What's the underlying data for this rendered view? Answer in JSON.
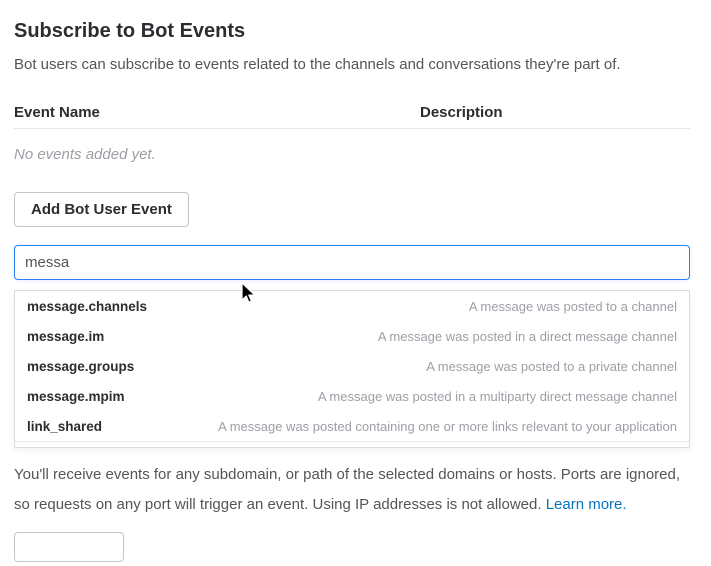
{
  "page": {
    "title": "Subscribe to Bot Events",
    "subtitle": "Bot users can subscribe to events related to the channels and conversations they're part of."
  },
  "events_table": {
    "columns": [
      "Event Name",
      "Description"
    ],
    "empty_message": "No events added yet."
  },
  "toolbar": {
    "add_event_label": "Add Bot User Event"
  },
  "search": {
    "value": "messa"
  },
  "suggestions": [
    {
      "name": "message.channels",
      "description": "A message was posted to a channel"
    },
    {
      "name": "message.im",
      "description": "A message was posted in a direct message channel"
    },
    {
      "name": "message.groups",
      "description": "A message was posted to a private channel"
    },
    {
      "name": "message.mpim",
      "description": "A message was posted in a multiparty direct message channel"
    },
    {
      "name": "link_shared",
      "description": "A message was posted containing one or more links relevant to your application"
    }
  ],
  "footer": {
    "text": "You'll receive events for any subdomain, or path of the selected domains or hosts. Ports are ignored, so requests on any port will trigger an event. Using IP addresses is not allowed.",
    "link_label": "Learn more."
  },
  "colors": {
    "accent": "#2780f8",
    "link": "#0576b9",
    "text": "#2c2d30",
    "muted": "#9e9ea6",
    "border": "#e8e8e8"
  }
}
